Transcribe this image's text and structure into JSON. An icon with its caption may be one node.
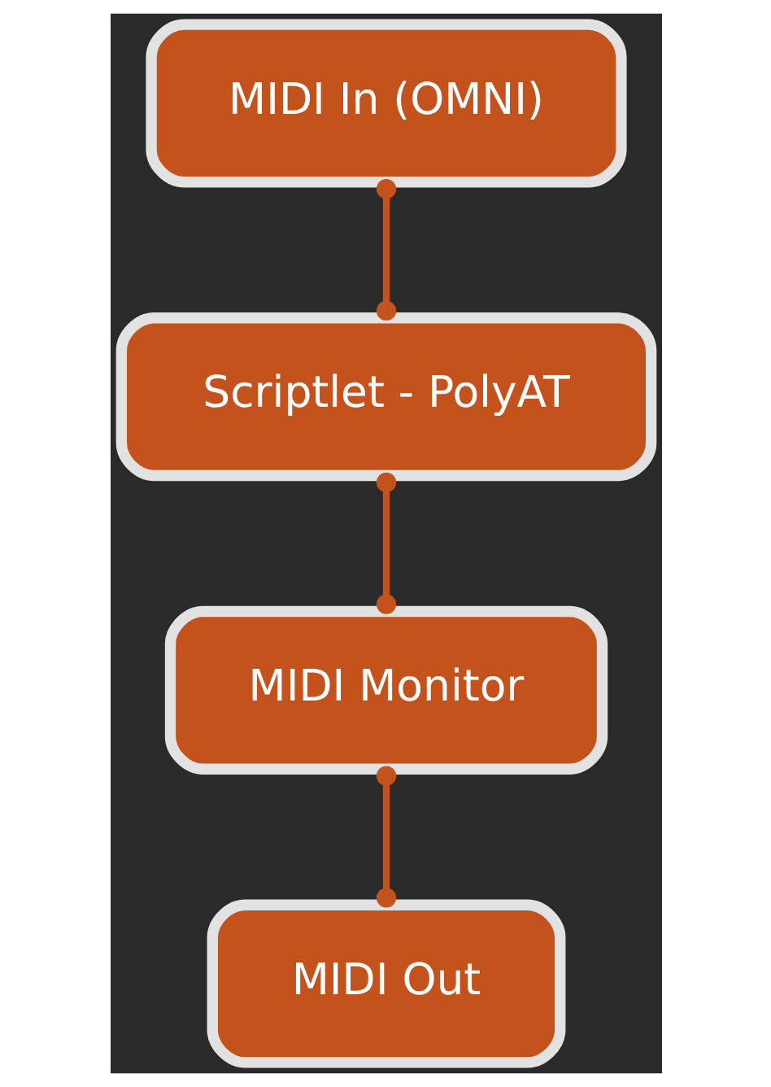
{
  "diagram": {
    "nodes": [
      {
        "text": [
          "MIDI In (OMNI)"
        ]
      },
      {
        "text": [
          "Scriptlet - PolyAT"
        ]
      },
      {
        "text": [
          "MIDI Monitor"
        ]
      },
      {
        "text": [
          "MIDI Out"
        ]
      }
    ],
    "edges": [
      {
        "from": 0,
        "to": 1,
        "arrow": "other"
      },
      {
        "from": 1,
        "to": 2,
        "arrow": "other"
      },
      {
        "from": 2,
        "to": 3,
        "arrow": "other"
      }
    ]
  }
}
